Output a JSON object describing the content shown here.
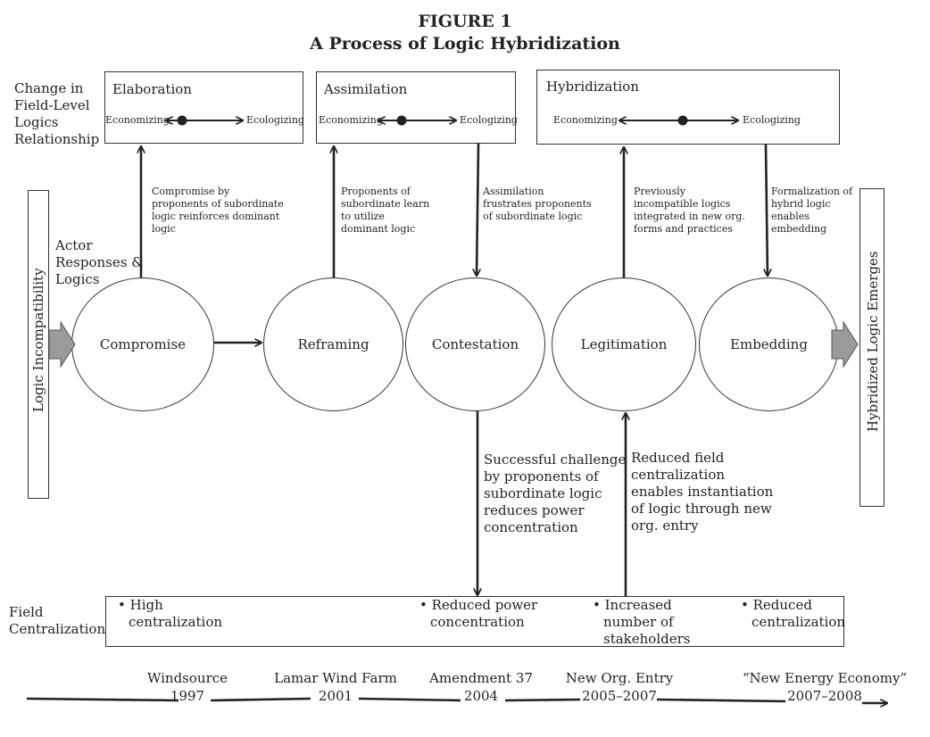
{
  "figure": {
    "number": "FIGURE 1",
    "title": "A Process of Logic Hybridization"
  },
  "row_labels": {
    "change": [
      "Change in",
      "Field-Level",
      "Logics",
      "Relationship"
    ],
    "actor": [
      "Actor",
      "Responses &",
      "Logics"
    ],
    "field": [
      "Field",
      "Centralization"
    ]
  },
  "side_bars": {
    "left": "Logic Incompatibility",
    "right": "Hybridized Logic Emerges"
  },
  "relationship_boxes": [
    {
      "title": "Elaboration",
      "left_label": "Economizing",
      "right_label": "Ecologizing"
    },
    {
      "title": "Assimilation",
      "left_label": "Economizing",
      "right_label": "Ecologizing"
    },
    {
      "title": "Hybridization",
      "left_label": "Economizing",
      "right_label": "Ecologizing"
    }
  ],
  "mechanisms": [
    [
      "Compromise by",
      "proponents of subordinate",
      "logic reinforces dominant",
      "logic"
    ],
    [
      "Proponents of",
      "subordinate learn",
      "to utilize",
      "dominant logic"
    ],
    [
      "Assimilation",
      "frustrates proponents",
      "of subordinate logic"
    ],
    [
      "Previously",
      "incompatible logics",
      "integrated in new org.",
      "forms and practices"
    ],
    [
      "Formalization of",
      "hybrid logic",
      "enables",
      "embedding"
    ]
  ],
  "stages": [
    "Compromise",
    "Reframing",
    "Contestation",
    "Legitimation",
    "Embedding"
  ],
  "lower_mechanisms": [
    [
      "Successful challenge",
      "by proponents of",
      "subordinate logic",
      "reduces power",
      "concentration"
    ],
    [
      "Reduced field",
      "centralization",
      "enables instantiation",
      "of logic through new",
      "org. entry"
    ]
  ],
  "centralization_items": [
    [
      "• High",
      "centralization"
    ],
    [
      "• Reduced power",
      "concentration"
    ],
    [
      "• Increased",
      "number of",
      "stakeholders"
    ],
    [
      "• Reduced",
      "centralization"
    ]
  ],
  "timeline": [
    {
      "event": "Windsource",
      "year": "1997"
    },
    {
      "event": "Lamar Wind Farm",
      "year": "2001"
    },
    {
      "event": "Amendment 37",
      "year": "2004"
    },
    {
      "event": "New Org. Entry",
      "year": "2005–2007"
    },
    {
      "event": "“New Energy Economy”",
      "year": "2007–2008"
    }
  ],
  "colors": {
    "line": "#222222",
    "side_arrow": "#9a9a9a"
  }
}
